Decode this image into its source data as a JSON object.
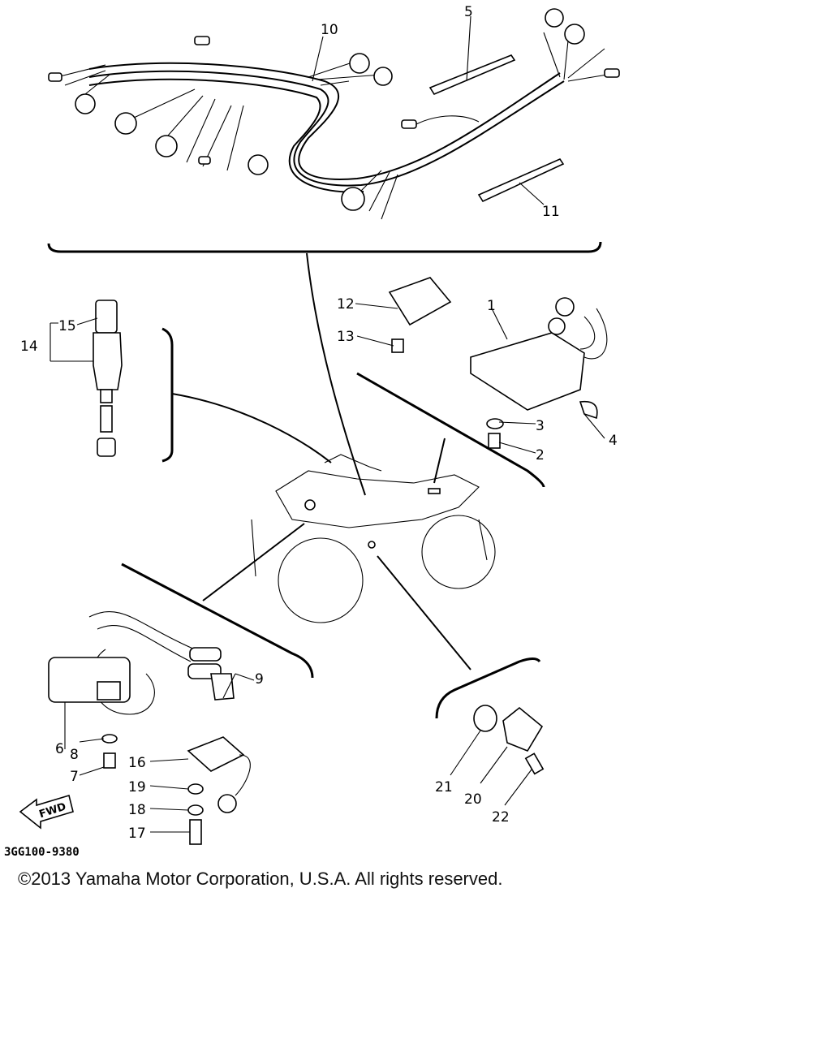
{
  "diagram": {
    "drawing_code": "3GG100-9380",
    "fwd_label": "FWD",
    "callouts": {
      "c1": "1",
      "c2": "2",
      "c3": "3",
      "c4": "4",
      "c5": "5",
      "c6": "6",
      "c7": "7",
      "c8": "8",
      "c9": "9",
      "c10": "10",
      "c11": "11",
      "c12": "12",
      "c13": "13",
      "c14": "14",
      "c15": "15",
      "c16": "16",
      "c17": "17",
      "c18": "18",
      "c19": "19",
      "c20": "20",
      "c21": "21",
      "c22": "22"
    }
  },
  "footer": {
    "copyright": "©2013 Yamaha Motor Corporation, U.S.A. All rights reserved."
  }
}
